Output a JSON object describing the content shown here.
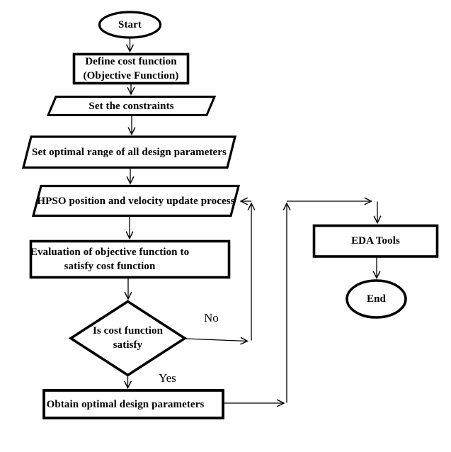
{
  "flowchart": {
    "nodes": {
      "start": {
        "label": "Start"
      },
      "define_cost": {
        "line1": "Define cost function",
        "line2": "(Objective Function)"
      },
      "constraints": {
        "label": "Set the constraints"
      },
      "design_range": {
        "label": "Set optimal range of all design parameters"
      },
      "hpso_update": {
        "label": "HPSO position and velocity update process"
      },
      "evaluation": {
        "line1": "Evaluation of objective function to",
        "line2": "satisfy cost function"
      },
      "decision": {
        "line1": "Is cost function",
        "line2": "satisfy"
      },
      "obtain_params": {
        "label": "Obtain optimal design parameters"
      },
      "eda_tools": {
        "label": "EDA Tools"
      },
      "end": {
        "label": "End"
      }
    },
    "edge_labels": {
      "no": "No",
      "yes": "Yes"
    },
    "colors": {
      "line": "#000000",
      "shape_fill": "#ffffff",
      "background": "#ffffff"
    }
  }
}
